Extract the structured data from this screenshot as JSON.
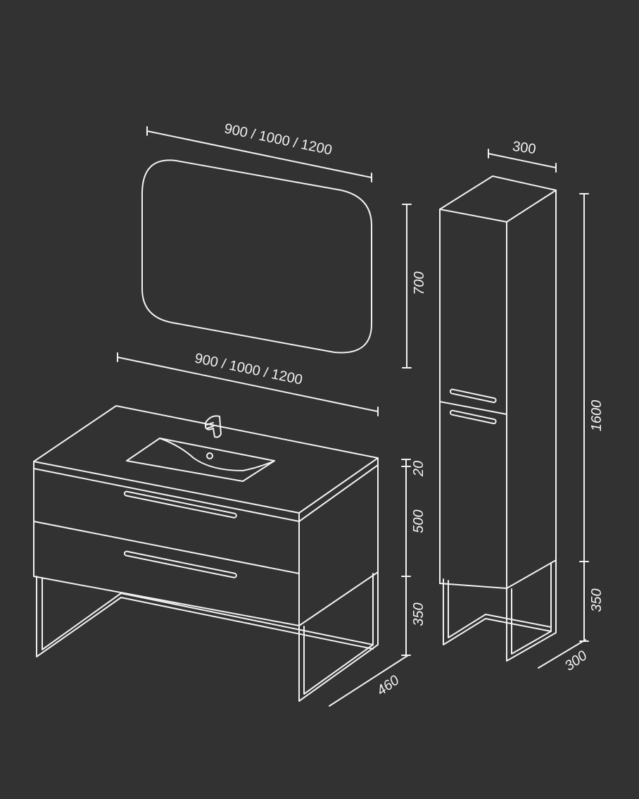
{
  "dimensions": {
    "mirror_width": "900 / 1000 / 1200",
    "mirror_height": "700",
    "vanity_width": "900 / 1000 / 1200",
    "countertop_thickness": "20",
    "vanity_body_height": "500",
    "vanity_leg_height": "350",
    "vanity_depth": "460",
    "tall_cabinet_width": "300",
    "tall_cabinet_height": "1600",
    "tall_cabinet_leg_height": "350",
    "tall_cabinet_depth": "300"
  },
  "colors": {
    "background": "#313231",
    "line": "#f2f2f2"
  }
}
